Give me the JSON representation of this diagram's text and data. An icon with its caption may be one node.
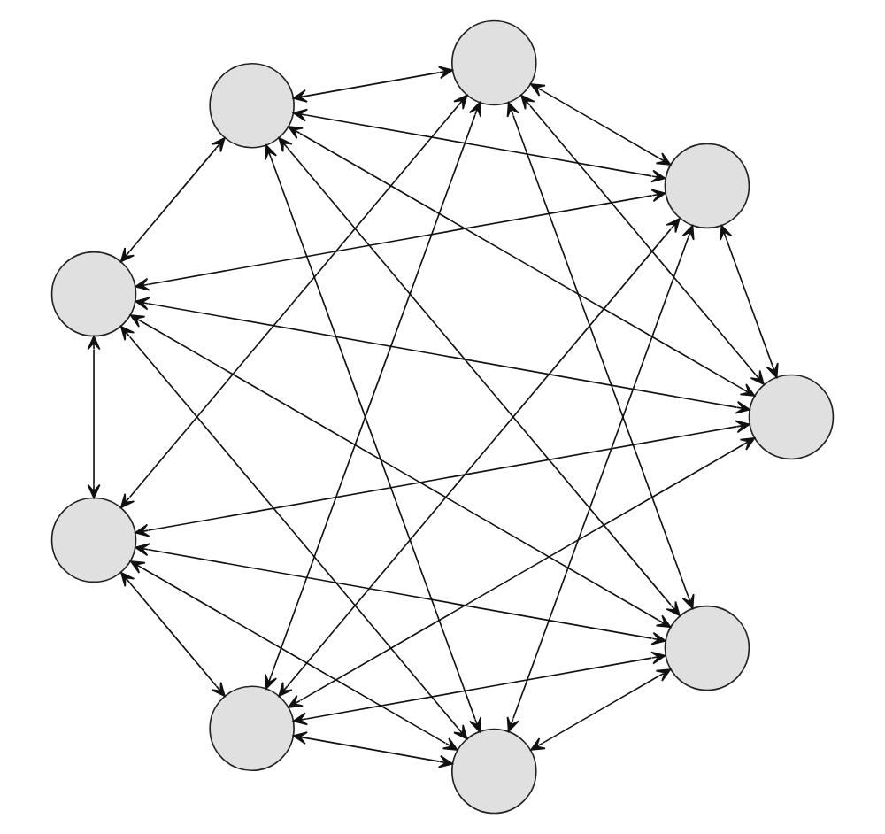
{
  "diagram": {
    "nodes": [
      {
        "text": [],
        "shape": "circle"
      },
      {
        "text": [],
        "shape": "circle"
      },
      {
        "text": [],
        "shape": "circle"
      },
      {
        "text": [],
        "shape": "circle"
      },
      {
        "text": [],
        "shape": "circle"
      },
      {
        "text": [],
        "shape": "circle"
      },
      {
        "text": [],
        "shape": "circle"
      },
      {
        "text": [],
        "shape": "circle"
      },
      {
        "text": [],
        "shape": "circle"
      }
    ],
    "edges": [
      {
        "from": 0,
        "to": 2,
        "arrow": "both"
      },
      {
        "from": 0,
        "to": 3,
        "arrow": "both"
      },
      {
        "from": 0,
        "to": 4,
        "arrow": "both"
      },
      {
        "from": 1,
        "to": 3,
        "arrow": "both"
      },
      {
        "from": 1,
        "to": 4,
        "arrow": "both"
      },
      {
        "from": 1,
        "to": 5,
        "arrow": "both"
      },
      {
        "from": 2,
        "to": 4,
        "arrow": "both"
      },
      {
        "from": 2,
        "to": 5,
        "arrow": "both"
      },
      {
        "from": 2,
        "to": 6,
        "arrow": "both"
      },
      {
        "from": 3,
        "to": 5,
        "arrow": "both"
      },
      {
        "from": 3,
        "to": 6,
        "arrow": "both"
      },
      {
        "from": 3,
        "to": 7,
        "arrow": "both"
      },
      {
        "from": 4,
        "to": 6,
        "arrow": "both"
      },
      {
        "from": 4,
        "to": 7,
        "arrow": "both"
      },
      {
        "from": 4,
        "to": 8,
        "arrow": "both"
      },
      {
        "from": 5,
        "to": 7,
        "arrow": "both"
      },
      {
        "from": 5,
        "to": 8,
        "arrow": "both"
      },
      {
        "from": 5,
        "to": 0,
        "arrow": "both"
      },
      {
        "from": 6,
        "to": 8,
        "arrow": "both"
      },
      {
        "from": 6,
        "to": 0,
        "arrow": "both"
      },
      {
        "from": 6,
        "to": 1,
        "arrow": "both"
      },
      {
        "from": 7,
        "to": 0,
        "arrow": "both"
      },
      {
        "from": 7,
        "to": 1,
        "arrow": "both"
      },
      {
        "from": 7,
        "to": 2,
        "arrow": "both"
      },
      {
        "from": 8,
        "to": 1,
        "arrow": "both"
      },
      {
        "from": 8,
        "to": 2,
        "arrow": "both"
      },
      {
        "from": 8,
        "to": 3,
        "arrow": "both"
      }
    ]
  }
}
